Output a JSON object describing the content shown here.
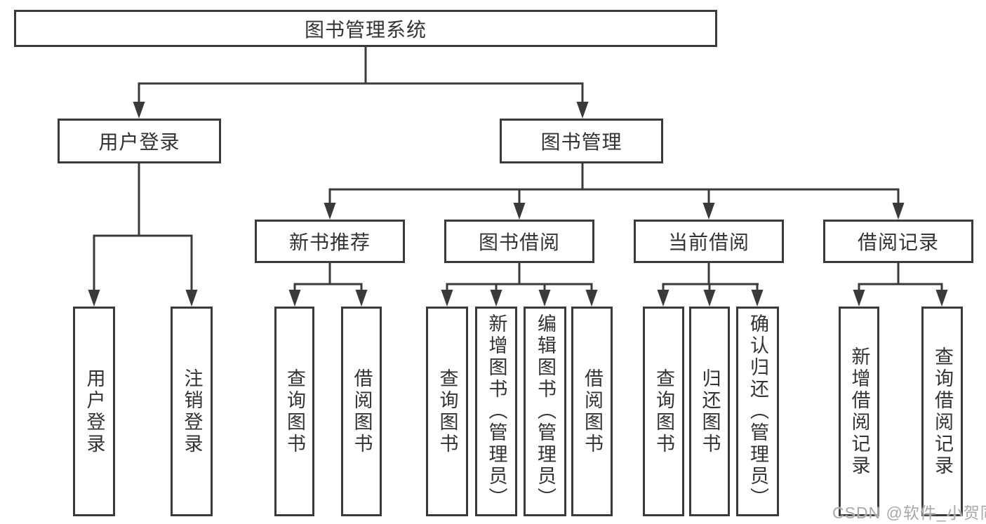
{
  "diagram": {
    "root": {
      "label": "图书管理系统"
    },
    "branches": [
      {
        "label": "用户登录",
        "children": [
          {
            "label": "用户登录"
          },
          {
            "label": "注销登录"
          }
        ]
      },
      {
        "label": "图书管理",
        "children": [
          {
            "label": "新书推荐",
            "children": [
              {
                "label": "查询图书"
              },
              {
                "label": "借阅图书"
              }
            ]
          },
          {
            "label": "图书借阅",
            "children": [
              {
                "label": "查询图书"
              },
              {
                "label": "新增图书（管理员）"
              },
              {
                "label": "编辑图书（管理员）"
              },
              {
                "label": "借阅图书"
              }
            ]
          },
          {
            "label": "当前借阅",
            "children": [
              {
                "label": "查询图书"
              },
              {
                "label": "归还图书"
              },
              {
                "label": "确认归还（管理员）"
              }
            ]
          },
          {
            "label": "借阅记录",
            "children": [
              {
                "label": "新增借阅记录"
              },
              {
                "label": "查询借阅记录"
              }
            ]
          }
        ]
      }
    ]
  },
  "watermark": {
    "text": "CSDN @软件_小贺同学"
  },
  "colors": {
    "line": "#3a3a3a",
    "text": "#333333",
    "watermark": "#a8a8a8"
  }
}
